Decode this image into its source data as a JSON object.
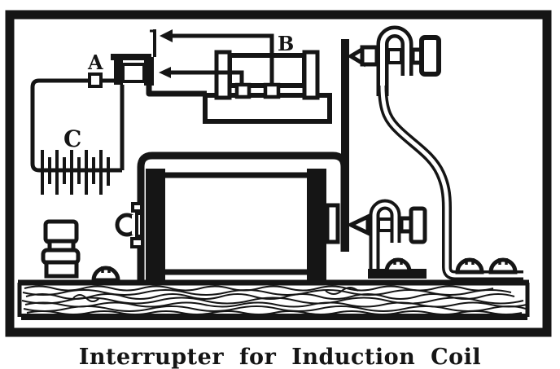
{
  "figure": {
    "caption": "Interrupter for Induction Coil",
    "labels": {
      "contact_screw": "A",
      "electromagnet": "B",
      "battery": "C"
    },
    "colors": {
      "ink": "#151515",
      "paper": "#ffffff"
    }
  }
}
